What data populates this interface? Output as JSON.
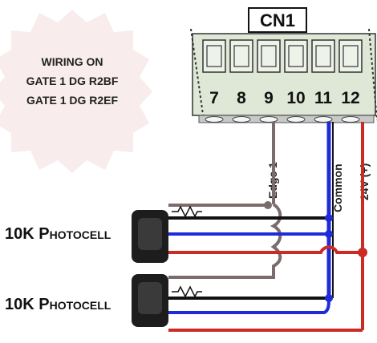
{
  "badge": {
    "lines": [
      "WIRING ON",
      "GATE 1 DG R2BF",
      "GATE 1 DG R2EF"
    ]
  },
  "connector": {
    "name": "CN1",
    "terminals": [
      "7",
      "8",
      "9",
      "10",
      "11",
      "12"
    ]
  },
  "wire_labels": {
    "edge": "Edge 1",
    "common": "Common",
    "power": "24V (+)"
  },
  "devices": [
    {
      "label_main": "10K P",
      "label_small": "HOTOCELL"
    },
    {
      "label_main": "10K P",
      "label_small": "HOTOCELL"
    }
  ],
  "colors": {
    "edge_wire": "#7a6c6c",
    "common_wire": "#1f2bd8",
    "power_wire": "#cc2a24",
    "black_wire": "#111111",
    "badge_fill": "#f8ecec",
    "connector_fill": "#dfe8d6"
  }
}
